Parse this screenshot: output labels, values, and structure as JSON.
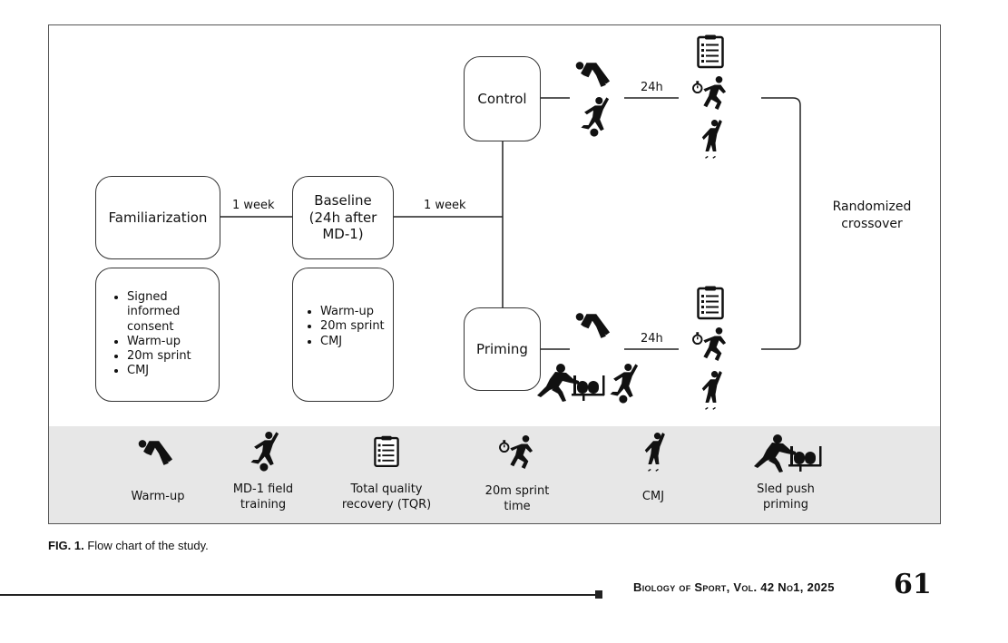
{
  "diagram": {
    "boxes": {
      "familiarization": "Familiarization",
      "baseline": "Baseline\n(24h after\nMD-1)",
      "control": "Control",
      "priming": "Priming"
    },
    "familiarization_list": [
      "Signed informed consent",
      "Warm-up",
      "20m sprint",
      "CMJ"
    ],
    "baseline_list": [
      "Warm-up",
      "20m sprint",
      "CMJ"
    ],
    "edge_labels": {
      "fam_to_base": "1 week",
      "base_to_split": "1 week",
      "control_gap": "24h",
      "priming_gap": "24h"
    },
    "crossover": "Randomized\ncrossover"
  },
  "legend": [
    {
      "icon": "warm-up-icon",
      "label": "Warm-up"
    },
    {
      "icon": "field-training-icon",
      "label": "MD-1 field\ntraining"
    },
    {
      "icon": "clipboard-icon",
      "label": "Total quality\nrecovery (TQR)"
    },
    {
      "icon": "sprint-stopwatch-icon",
      "label": "20m sprint\ntime"
    },
    {
      "icon": "jump-icon",
      "label": "CMJ"
    },
    {
      "icon": "sled-push-icon",
      "label": "Sled push\npriming"
    }
  ],
  "caption": {
    "prefix": "FIG. 1.",
    "text": " Flow chart of the study."
  },
  "footer": {
    "journal": "Biology of Sport, Vol. 42 No1, 2025",
    "page": "61"
  }
}
